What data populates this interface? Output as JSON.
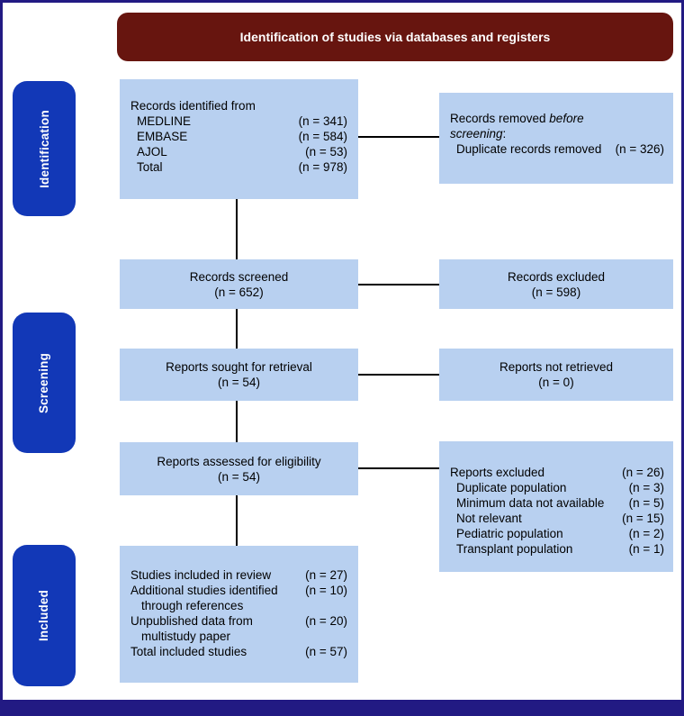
{
  "header": {
    "title": "Identification of studies via databases and registers"
  },
  "sidebar": {
    "stages": [
      "Identification",
      "Screening",
      "Included"
    ]
  },
  "colors": {
    "banner_maroon": "#67150f",
    "stage_blue": "#1238b7",
    "box_light_blue": "#b8d0f0",
    "frame_navy": "#221a83",
    "connector_black": "#000000"
  },
  "boxes": {
    "records_identified": {
      "title": "Records identified from",
      "rows": [
        {
          "label": "MEDLINE",
          "count": "(n = 341)"
        },
        {
          "label": "EMBASE",
          "count": "(n = 584)"
        },
        {
          "label": "AJOL",
          "count": "(n = 53)"
        },
        {
          "label": "Total",
          "count": "(n = 978)"
        }
      ]
    },
    "records_removed": {
      "lead": "Records removed ",
      "lead_italic": "before screening",
      "lead_suffix": ":",
      "row": {
        "label": "Duplicate records removed",
        "count": "(n = 326)"
      }
    },
    "records_screened": {
      "label": "Records screened",
      "count": "(n = 652)"
    },
    "records_excluded": {
      "label": "Records excluded",
      "count": "(n = 598)"
    },
    "reports_sought": {
      "label": "Reports sought for retrieval",
      "count": "(n = 54)"
    },
    "reports_not_retrieved": {
      "label": "Reports not retrieved",
      "count": "(n = 0)"
    },
    "reports_assessed": {
      "label": "Reports assessed for eligibility",
      "count": "(n = 54)"
    },
    "reports_excluded": {
      "rows": [
        {
          "label": "Reports excluded",
          "count": "(n = 26)"
        },
        {
          "label": "Duplicate population",
          "count": "(n = 3)"
        },
        {
          "label": "Minimum data not available",
          "count": "(n = 5)"
        },
        {
          "label": "Not relevant",
          "count": "(n = 15)"
        },
        {
          "label": "Pediatric population",
          "count": "(n = 2)"
        },
        {
          "label": "Transplant population",
          "count": "(n = 1)"
        }
      ]
    },
    "studies_included": {
      "rows": [
        {
          "label": "Studies included in review",
          "count": "(n = 27)"
        },
        {
          "label": "Additional studies identified",
          "count": "(n = 10)"
        },
        {
          "label": "through references",
          "count": ""
        },
        {
          "label": "Unpublished data from",
          "count": "(n = 20)"
        },
        {
          "label": "multistudy paper",
          "count": ""
        },
        {
          "label": "Total included studies",
          "count": "(n = 57)"
        }
      ]
    }
  }
}
